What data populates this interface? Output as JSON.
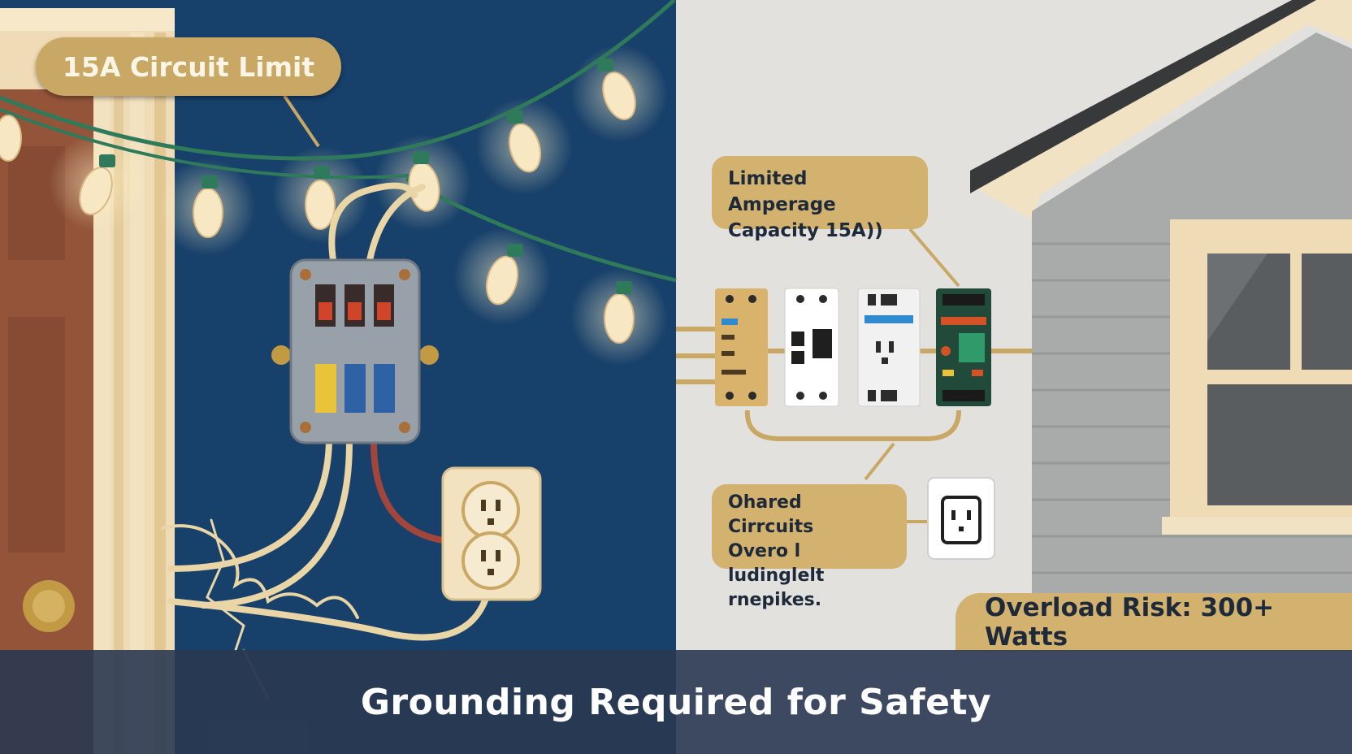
{
  "labels": {
    "circuit_limit": "15A Circuit Limit",
    "amperage": "Limited Amperage Capacity 15A))",
    "shared_circuits": "Ohared Cirrcuits\nOvero l ludinglelt\nrnepikes.",
    "overload_risk": "Overload Risk: 300+ Watts"
  },
  "caption": "Grounding Required for Safety",
  "colors": {
    "night_blue": "#17406a",
    "wall_gray": "#e2e1de",
    "siding_gray": "#a9aaaa",
    "gold_accent": "#d2b26e",
    "door_brown": "#93543a",
    "light_cream": "#f7e7c3",
    "wire_green": "#2f7a5a"
  },
  "icons": [
    "string-lights-icon",
    "breaker-panel-icon",
    "outlet-icon",
    "circuit-breaker-icon",
    "house-icon",
    "door-icon"
  ]
}
